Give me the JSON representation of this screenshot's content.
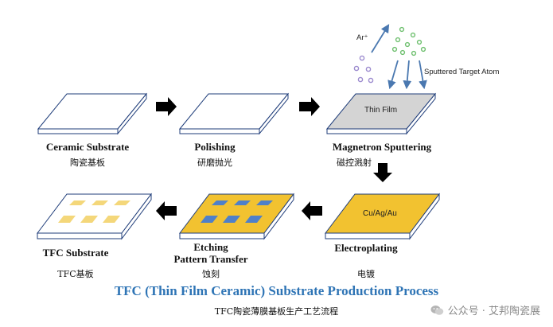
{
  "stages": [
    {
      "id": "ceramic",
      "label_en": "Ceramic Substrate",
      "label_zh": "陶瓷基板"
    },
    {
      "id": "polishing",
      "label_en": "Polishing",
      "label_zh": "研磨抛光"
    },
    {
      "id": "sputtering",
      "label_en": "Magnetron Sputtering",
      "label_zh": "磁控溅射",
      "plate_text": "Thin Film"
    },
    {
      "id": "electroplating",
      "label_en": "Electroplating",
      "label_zh": "电镀",
      "plate_text": "Cu/Ag/Au"
    },
    {
      "id": "etching",
      "label_en_line1": "Etching",
      "label_en_line2": "Pattern Transfer",
      "label_zh": "蚀刻"
    },
    {
      "id": "tfc",
      "label_en": "TFC Substrate",
      "label_zh": "TFC基板"
    }
  ],
  "sputter": {
    "ion_label": "Ar⁺",
    "atom_label": "Sputtered Target Atom"
  },
  "title": "TFC (Thin Film Ceramic) Substrate Production Process",
  "subtitle": "TFC陶瓷薄膜基板生产工艺流程",
  "watermark": "公众号 · 艾邦陶瓷展",
  "colors": {
    "plate_top": "#ffffff",
    "plate_edge": "#1f3d7a",
    "thin_film": "#d4d4d4",
    "metal_layer": "#f2c230",
    "pattern_pad": "#4f80c9",
    "tfc_pad": "#f4d77a",
    "title_blue": "#2e74b5",
    "ion_dot": "#9d8ccf",
    "atom_dot": "#6dbf6d",
    "arrow_blue": "#4a78b0"
  }
}
